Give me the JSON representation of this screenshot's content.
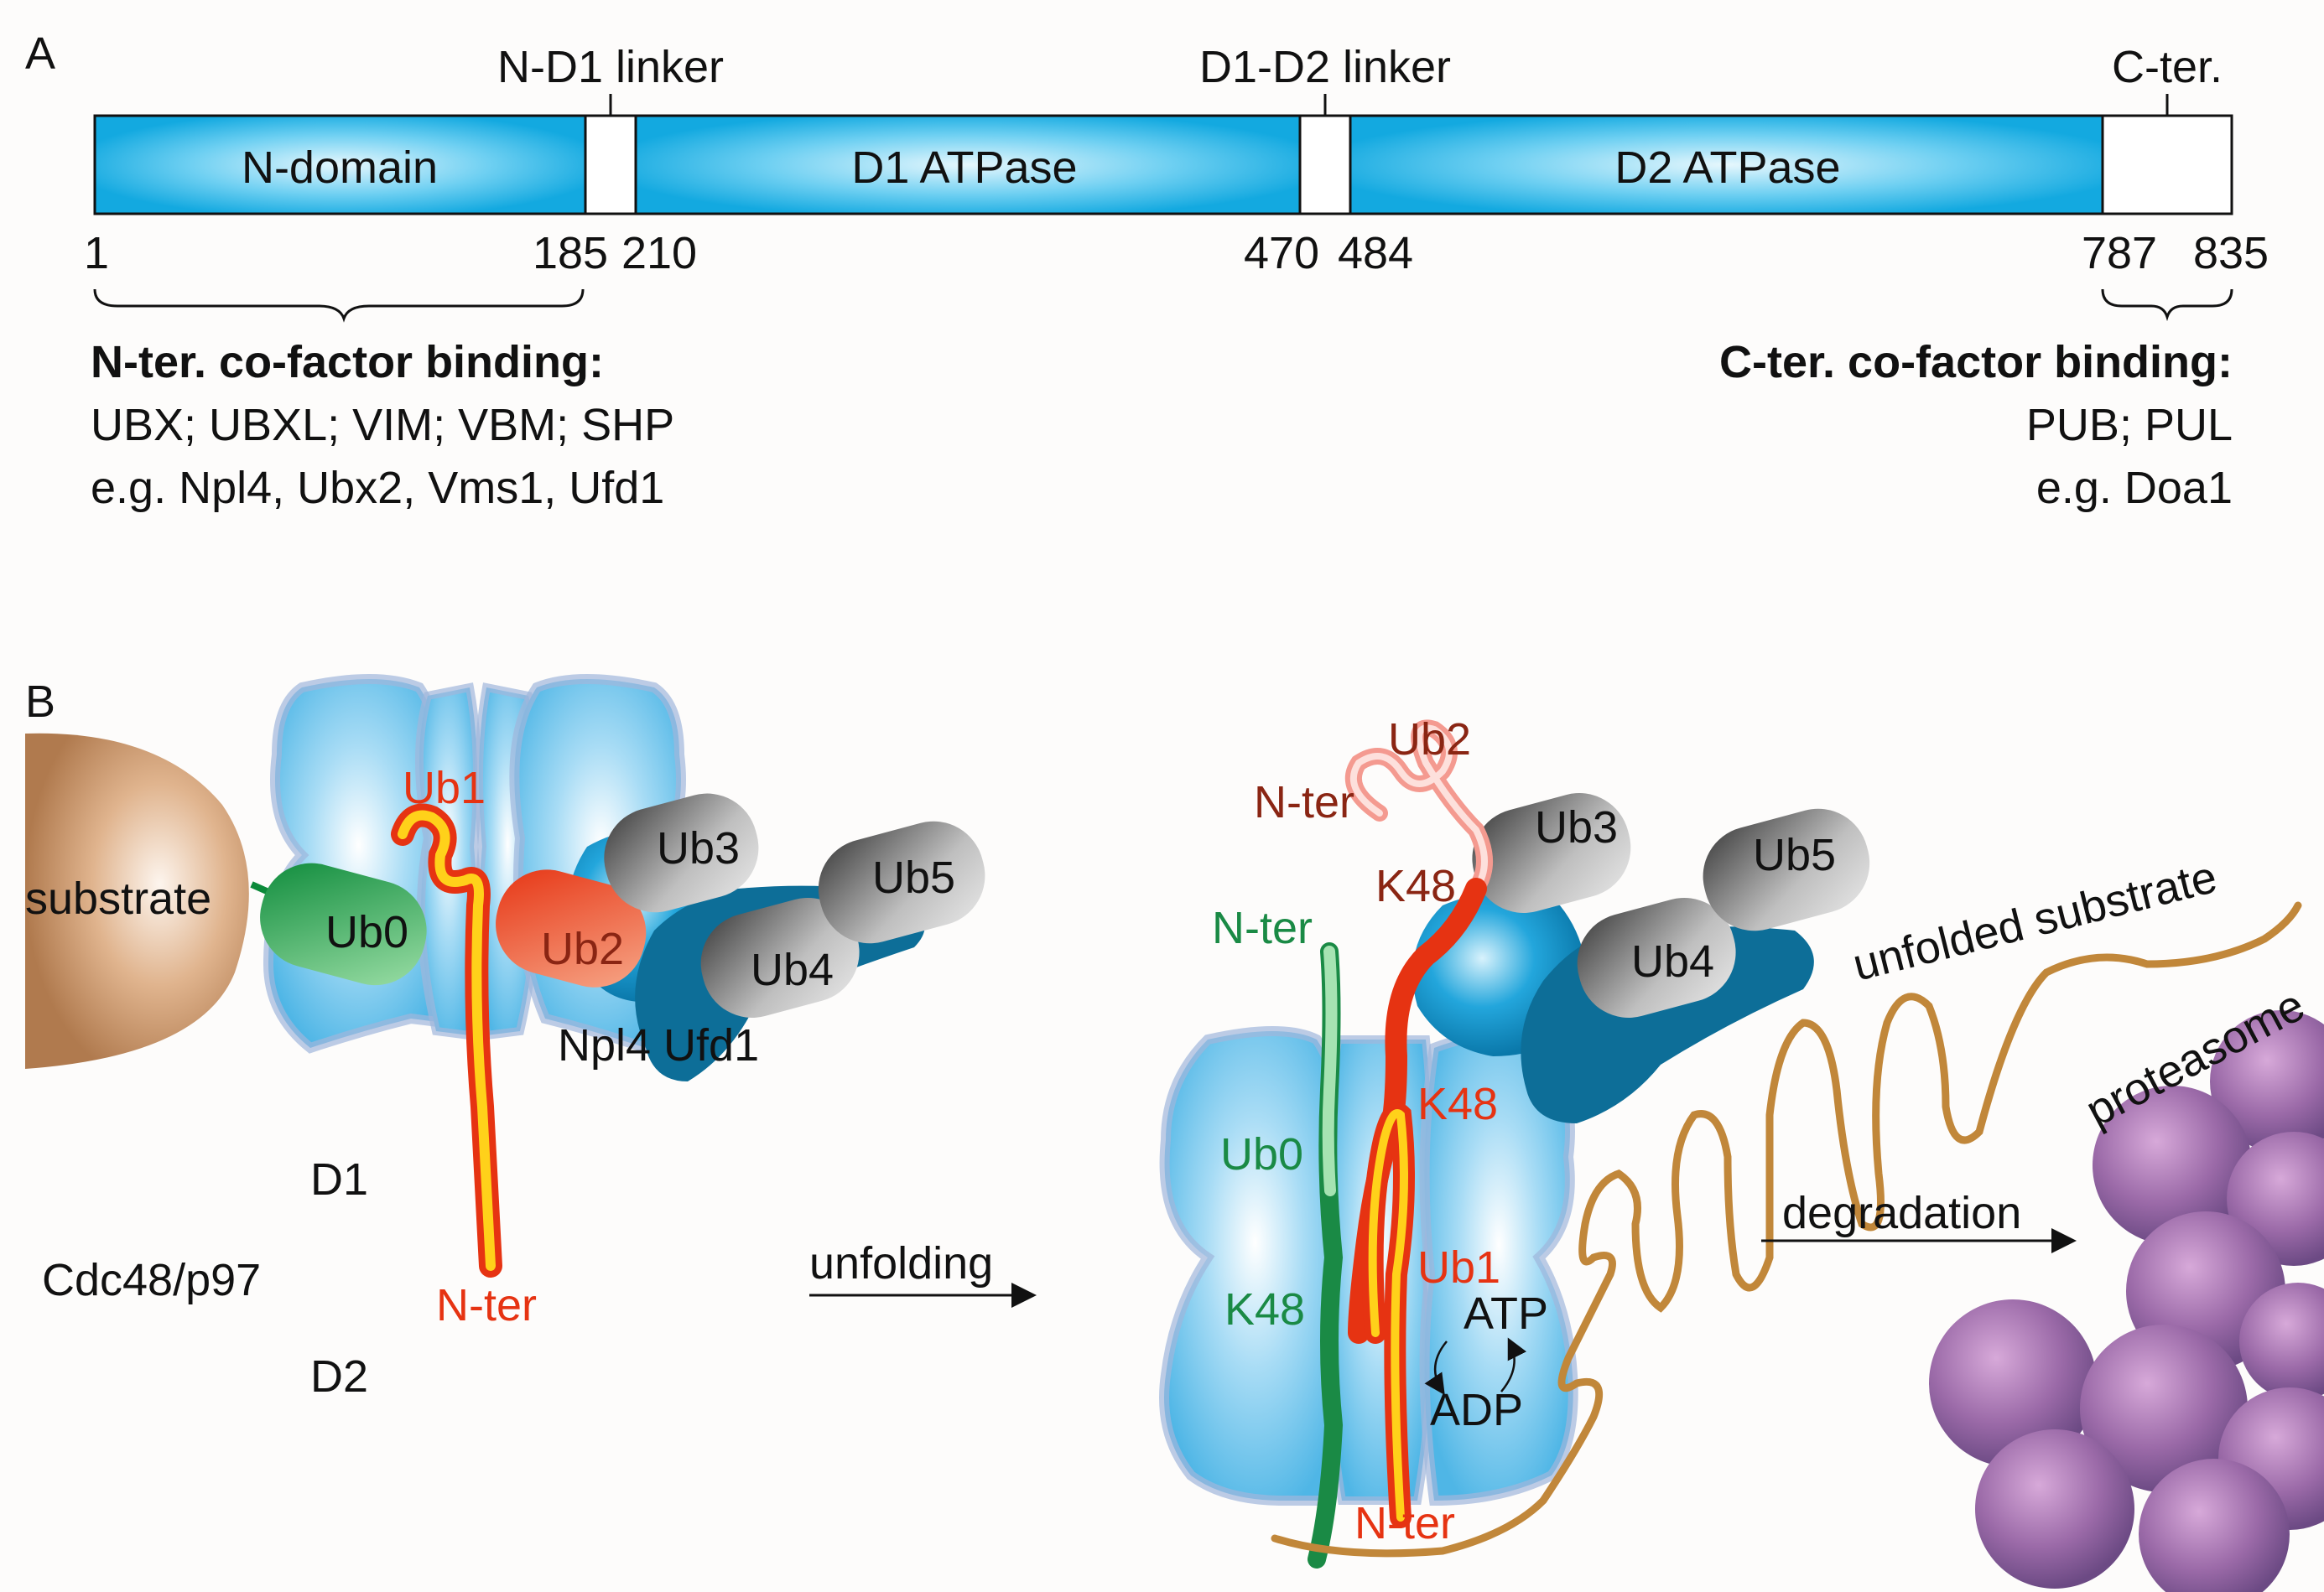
{
  "panel_a": {
    "letter": "A",
    "linker_nd1": "N-D1 linker",
    "linker_d1d2": "D1-D2 linker",
    "cter_label": "C-ter.",
    "domains": {
      "n": "N-domain",
      "d1": "D1 ATPase",
      "d2": "D2 ATPase"
    },
    "positions": [
      "1",
      "185",
      "210",
      "470",
      "484",
      "787",
      "835"
    ],
    "nter_heading": "N-ter. co-factor binding:",
    "nter_line1": "UBX; UBXL; VIM; VBM; SHP",
    "nter_line2": "e.g. Npl4, Ubx2, Vms1, Ufd1",
    "cter_heading": "C-ter. co-factor binding:",
    "cter_line1": "PUB; PUL",
    "cter_line2": "e.g. Doa1"
  },
  "panel_b": {
    "letter": "B",
    "left": {
      "substrate": "substrate",
      "ub0": "Ub0",
      "ub1": "Ub1",
      "ub2": "Ub2",
      "ub3": "Ub3",
      "ub4": "Ub4",
      "ub5": "Ub5",
      "npl4_ufd1": "Npl4 Ufd1",
      "d1": "D1",
      "d2": "D2",
      "complex": "Cdc48/p97",
      "nter": "N-ter"
    },
    "unfolding": "unfolding",
    "right": {
      "ub2": "Ub2",
      "nter_ub2": "N-ter",
      "k48_ub2": "K48",
      "ub3": "Ub3",
      "ub4": "Ub4",
      "ub5": "Ub5",
      "nter_ub0": "N-ter",
      "ub0": "Ub0",
      "k48_ub0": "K48",
      "k48_ub1": "K48",
      "ub1": "Ub1",
      "atp": "ATP",
      "adp": "ADP",
      "nter_ub1": "N-ter",
      "unfolded": "unfolded substrate",
      "proteasome": "proteasome",
      "degradation": "degradation"
    }
  }
}
